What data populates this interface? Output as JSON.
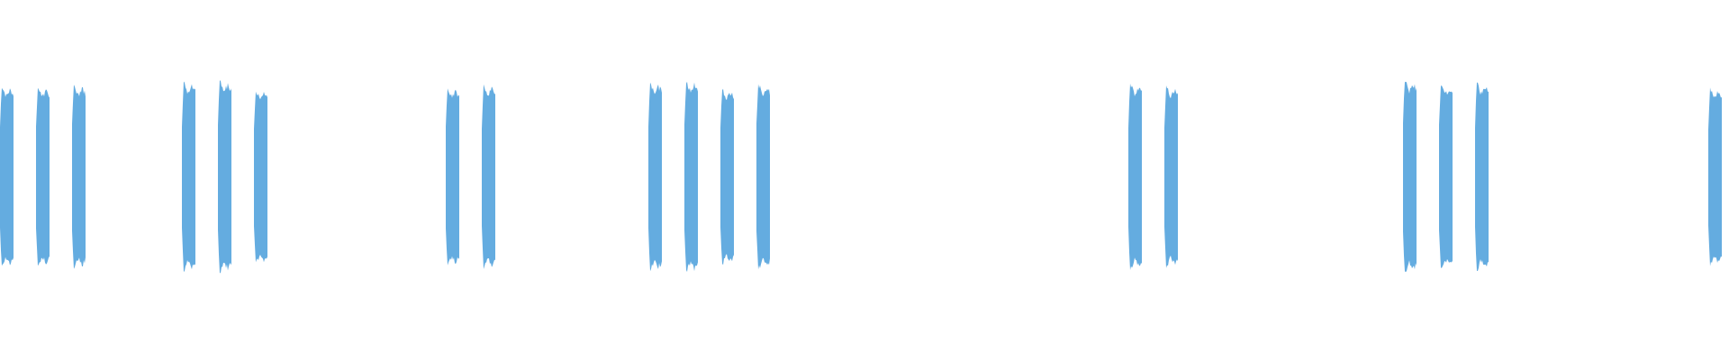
{
  "waveform": {
    "color": "#64ace0",
    "background": "#ffffff",
    "bursts": [
      {
        "start": 0.0,
        "amp": 0.92
      },
      {
        "start": 0.021,
        "amp": 0.91
      },
      {
        "start": 0.042,
        "amp": 0.93
      },
      {
        "start": 0.106,
        "amp": 0.96
      },
      {
        "start": 0.127,
        "amp": 0.97
      },
      {
        "start": 0.148,
        "amp": 0.88
      },
      {
        "start": 0.26,
        "amp": 0.9
      },
      {
        "start": 0.281,
        "amp": 0.93
      },
      {
        "start": 0.378,
        "amp": 0.95
      },
      {
        "start": 0.399,
        "amp": 0.97
      },
      {
        "start": 0.42,
        "amp": 0.89
      },
      {
        "start": 0.441,
        "amp": 0.94
      },
      {
        "start": 0.658,
        "amp": 0.94
      },
      {
        "start": 0.679,
        "amp": 0.92
      },
      {
        "start": 0.818,
        "amp": 0.98
      },
      {
        "start": 0.839,
        "amp": 0.93
      },
      {
        "start": 0.86,
        "amp": 0.95
      },
      {
        "start": 0.996,
        "amp": 0.9
      }
    ]
  }
}
